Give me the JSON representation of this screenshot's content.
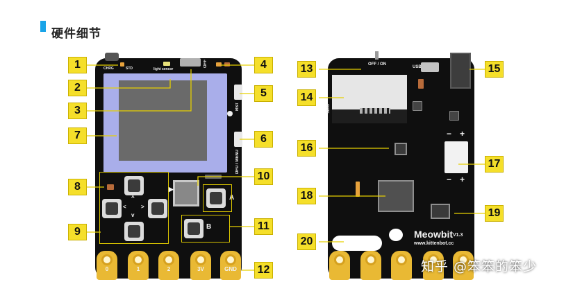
{
  "title": "硬件细节",
  "front": {
    "chrg": "CHRG",
    "std": "STD",
    "light_sensor": "light sensor",
    "off": "OFF",
    "rst": "RST",
    "dfu_menu": "DFU / MENU",
    "btn_a": "A",
    "btn_b": "B",
    "dpad_up": "^",
    "dpad_down": "v",
    "dpad_left": "<",
    "dpad_right": ">",
    "pins": [
      "0",
      "1",
      "2",
      "3V",
      "GND"
    ]
  },
  "back": {
    "off_on": "OFF / ON",
    "usb": "USB",
    "sdio": "SD/IO",
    "brand": "Meowbit",
    "version": "V1.3",
    "website": "www.kittenbot.cc",
    "minus": "−",
    "plus": "+"
  },
  "callouts": [
    "1",
    "2",
    "3",
    "4",
    "5",
    "6",
    "7",
    "8",
    "9",
    "10",
    "11",
    "12",
    "13",
    "14",
    "15",
    "16",
    "17",
    "18",
    "19",
    "20"
  ],
  "watermark": "知乎 @笨笨的笨少",
  "colors": {
    "accent": "#19a4e8",
    "callout": "#f5df2a",
    "pad": "#e9b934",
    "screen": "#a9aeea",
    "pcb": "#0f0f0f"
  }
}
